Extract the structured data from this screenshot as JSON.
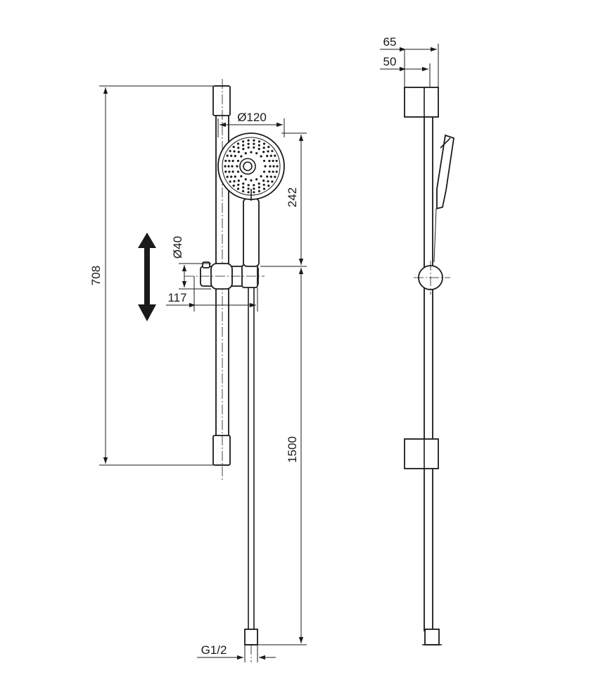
{
  "dimensions": {
    "rail_length": "708",
    "head_diameter": "Ø120",
    "head_height": "242",
    "slider_diameter": "Ø40",
    "slider_offset": "117",
    "hose_length": "1500",
    "connection_thread": "G1/2",
    "bracket_depth": "65",
    "rail_offset": "50"
  },
  "colors": {
    "line": "#1a1a1a",
    "background": "#ffffff"
  },
  "icons": {
    "adjust_arrow": "double-arrow-vertical-icon"
  }
}
